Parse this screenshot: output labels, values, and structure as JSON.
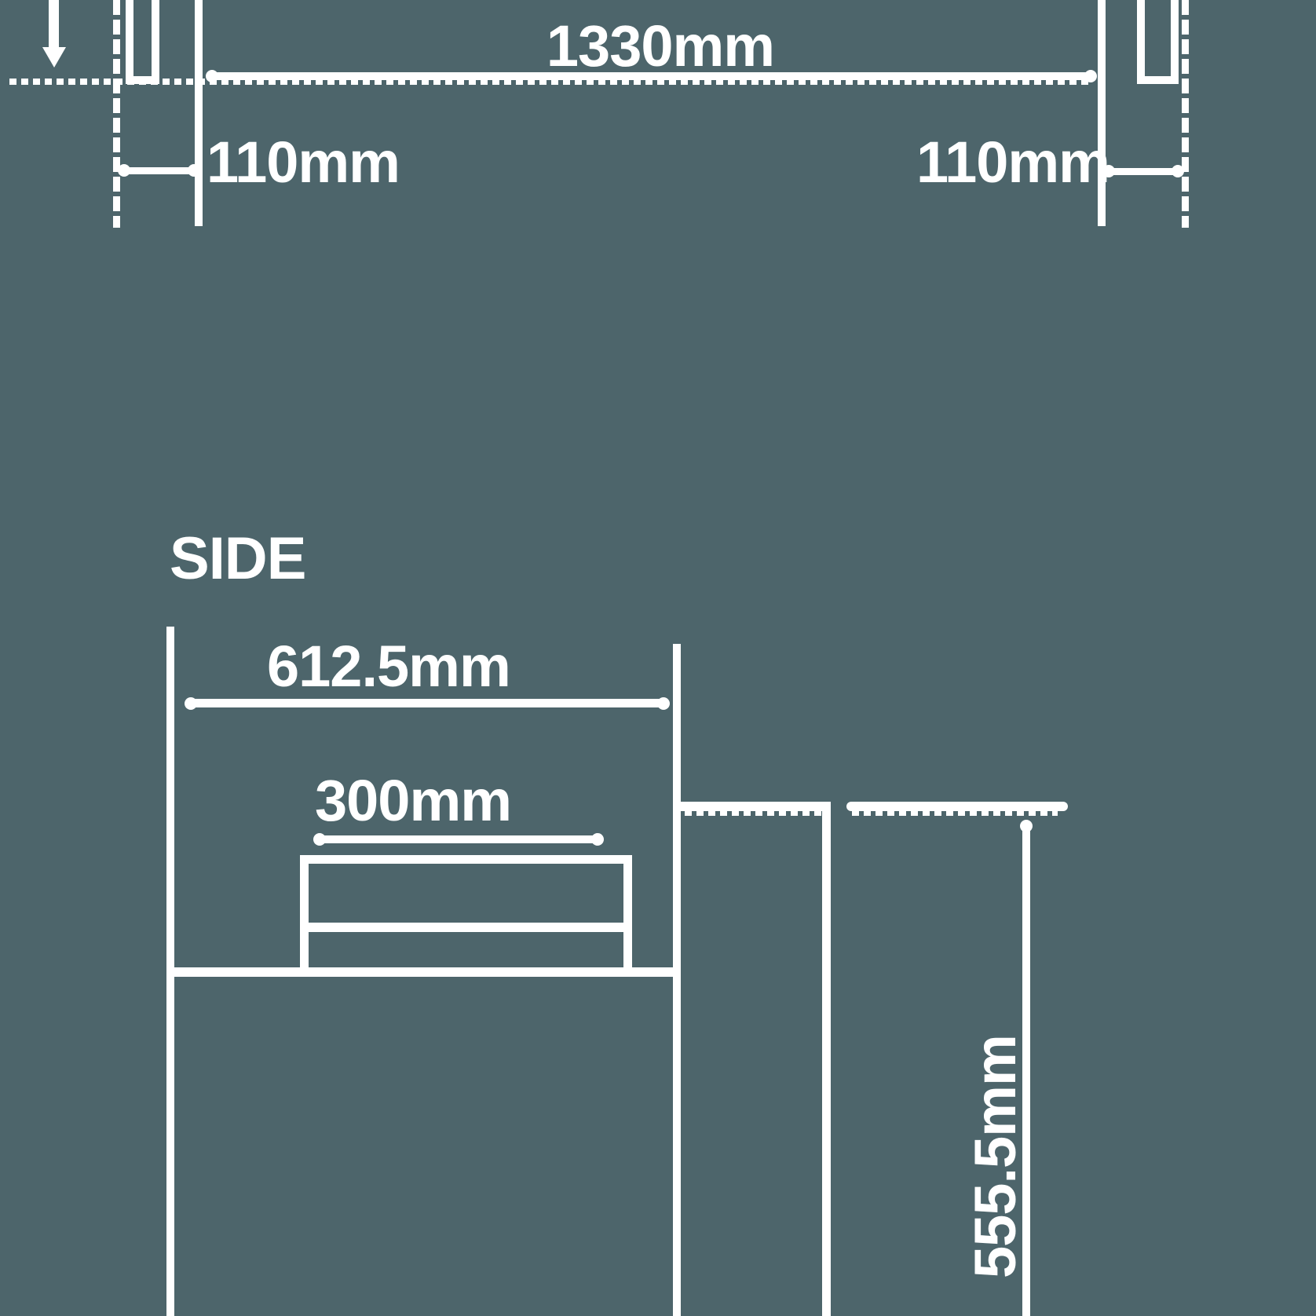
{
  "colors": {
    "background": "#4d656b",
    "line": "#ffffff"
  },
  "front_view": {
    "overall_width": "1330mm",
    "left_offset": "110mm",
    "right_offset": "110mm"
  },
  "side_view": {
    "title": "SIDE",
    "depth": "612.5mm",
    "burner_width": "300mm",
    "height": "555.5mm"
  }
}
